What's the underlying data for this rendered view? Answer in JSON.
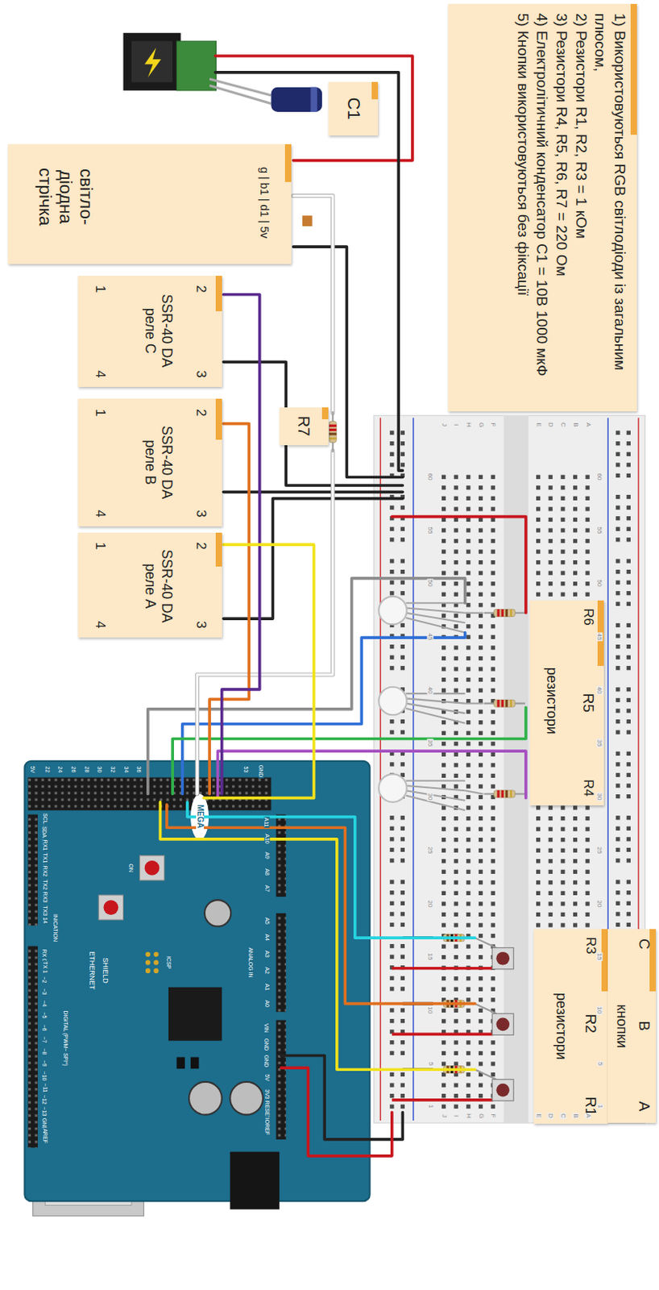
{
  "diagram": {
    "nodes": [
      {
        "text": [
          "1) Використовуються RGB світлодіоди із загальним плюсом,",
          "2) Резистори R1, R2, R3 = 1 кОм",
          "3) Резистори R4, R5, R6, R7 = 220 Ом",
          "4) Електролітичний конденсатор C1 = 10В 1000 мкФ",
          "5) Кнопки використовуються без фіксації"
        ]
      },
      {
        "text": [
          "C1"
        ]
      },
      {
        "text": [
          "світло- діодна стрічка",
          "g | b1 | d1 | 5v"
        ]
      },
      {
        "text": [
          "1",
          "2",
          "SSR-40 DA реле C",
          "4",
          "3"
        ]
      },
      {
        "text": [
          "1",
          "2",
          "SSR-40 DA реле B",
          "4",
          "3"
        ]
      },
      {
        "text": [
          "1",
          "2",
          "SSR-40 DA реле A",
          "4",
          "3"
        ]
      },
      {
        "text": [
          "R7"
        ]
      },
      {
        "text": [
          "R6",
          "R5",
          "резистори",
          "R4"
        ]
      },
      {
        "text": [
          "R3",
          "R2",
          "резистори",
          "R1"
        ]
      },
      {
        "text": [
          "C",
          "кнопки",
          "B",
          "A"
        ]
      }
    ],
    "labels": [
      "1",
      "5",
      "10",
      "15",
      "20",
      "25",
      "30",
      "35",
      "40",
      "45",
      "50",
      "55",
      "60",
      "1",
      "5",
      "10",
      "15",
      "20",
      "25",
      "30",
      "35",
      "40",
      "45",
      "50",
      "55",
      "60",
      "J",
      "I",
      "H",
      "G",
      "F",
      "E",
      "D",
      "C",
      "B",
      "A",
      "J",
      "I",
      "H",
      "G",
      "F",
      "E",
      "D",
      "C",
      "B",
      "A",
      "MEGA",
      "ON",
      "ICSP",
      "ETHERNET",
      "SHIELD",
      "ANALOG IN",
      "DIGITAL (PWM~ SPI*)",
      "INICATION",
      "5V",
      "22",
      "24",
      "26",
      "28",
      "30",
      "32",
      "34",
      "36",
      "53",
      "GND",
      "SCL 21",
      "SDA 20",
      "RX1 19",
      "TX1 18",
      "RX2 17",
      "TX2 16",
      "RX3 15",
      "TX3 14",
      "RX 0",
      "TX 1",
      "~2",
      "~3",
      "~4",
      "~5",
      "~6",
      "~7",
      "~8",
      "~9",
      "~10",
      "~11",
      "~12",
      "~13",
      "GND",
      "AREF",
      "A11",
      "A10",
      "A9",
      "A8",
      "A7",
      "A5",
      "A4",
      "A3",
      "A2",
      "A1",
      "A0",
      "VIN",
      "GND",
      "GND",
      "5V",
      "3V3",
      "RESET",
      "IOREF"
    ]
  }
}
